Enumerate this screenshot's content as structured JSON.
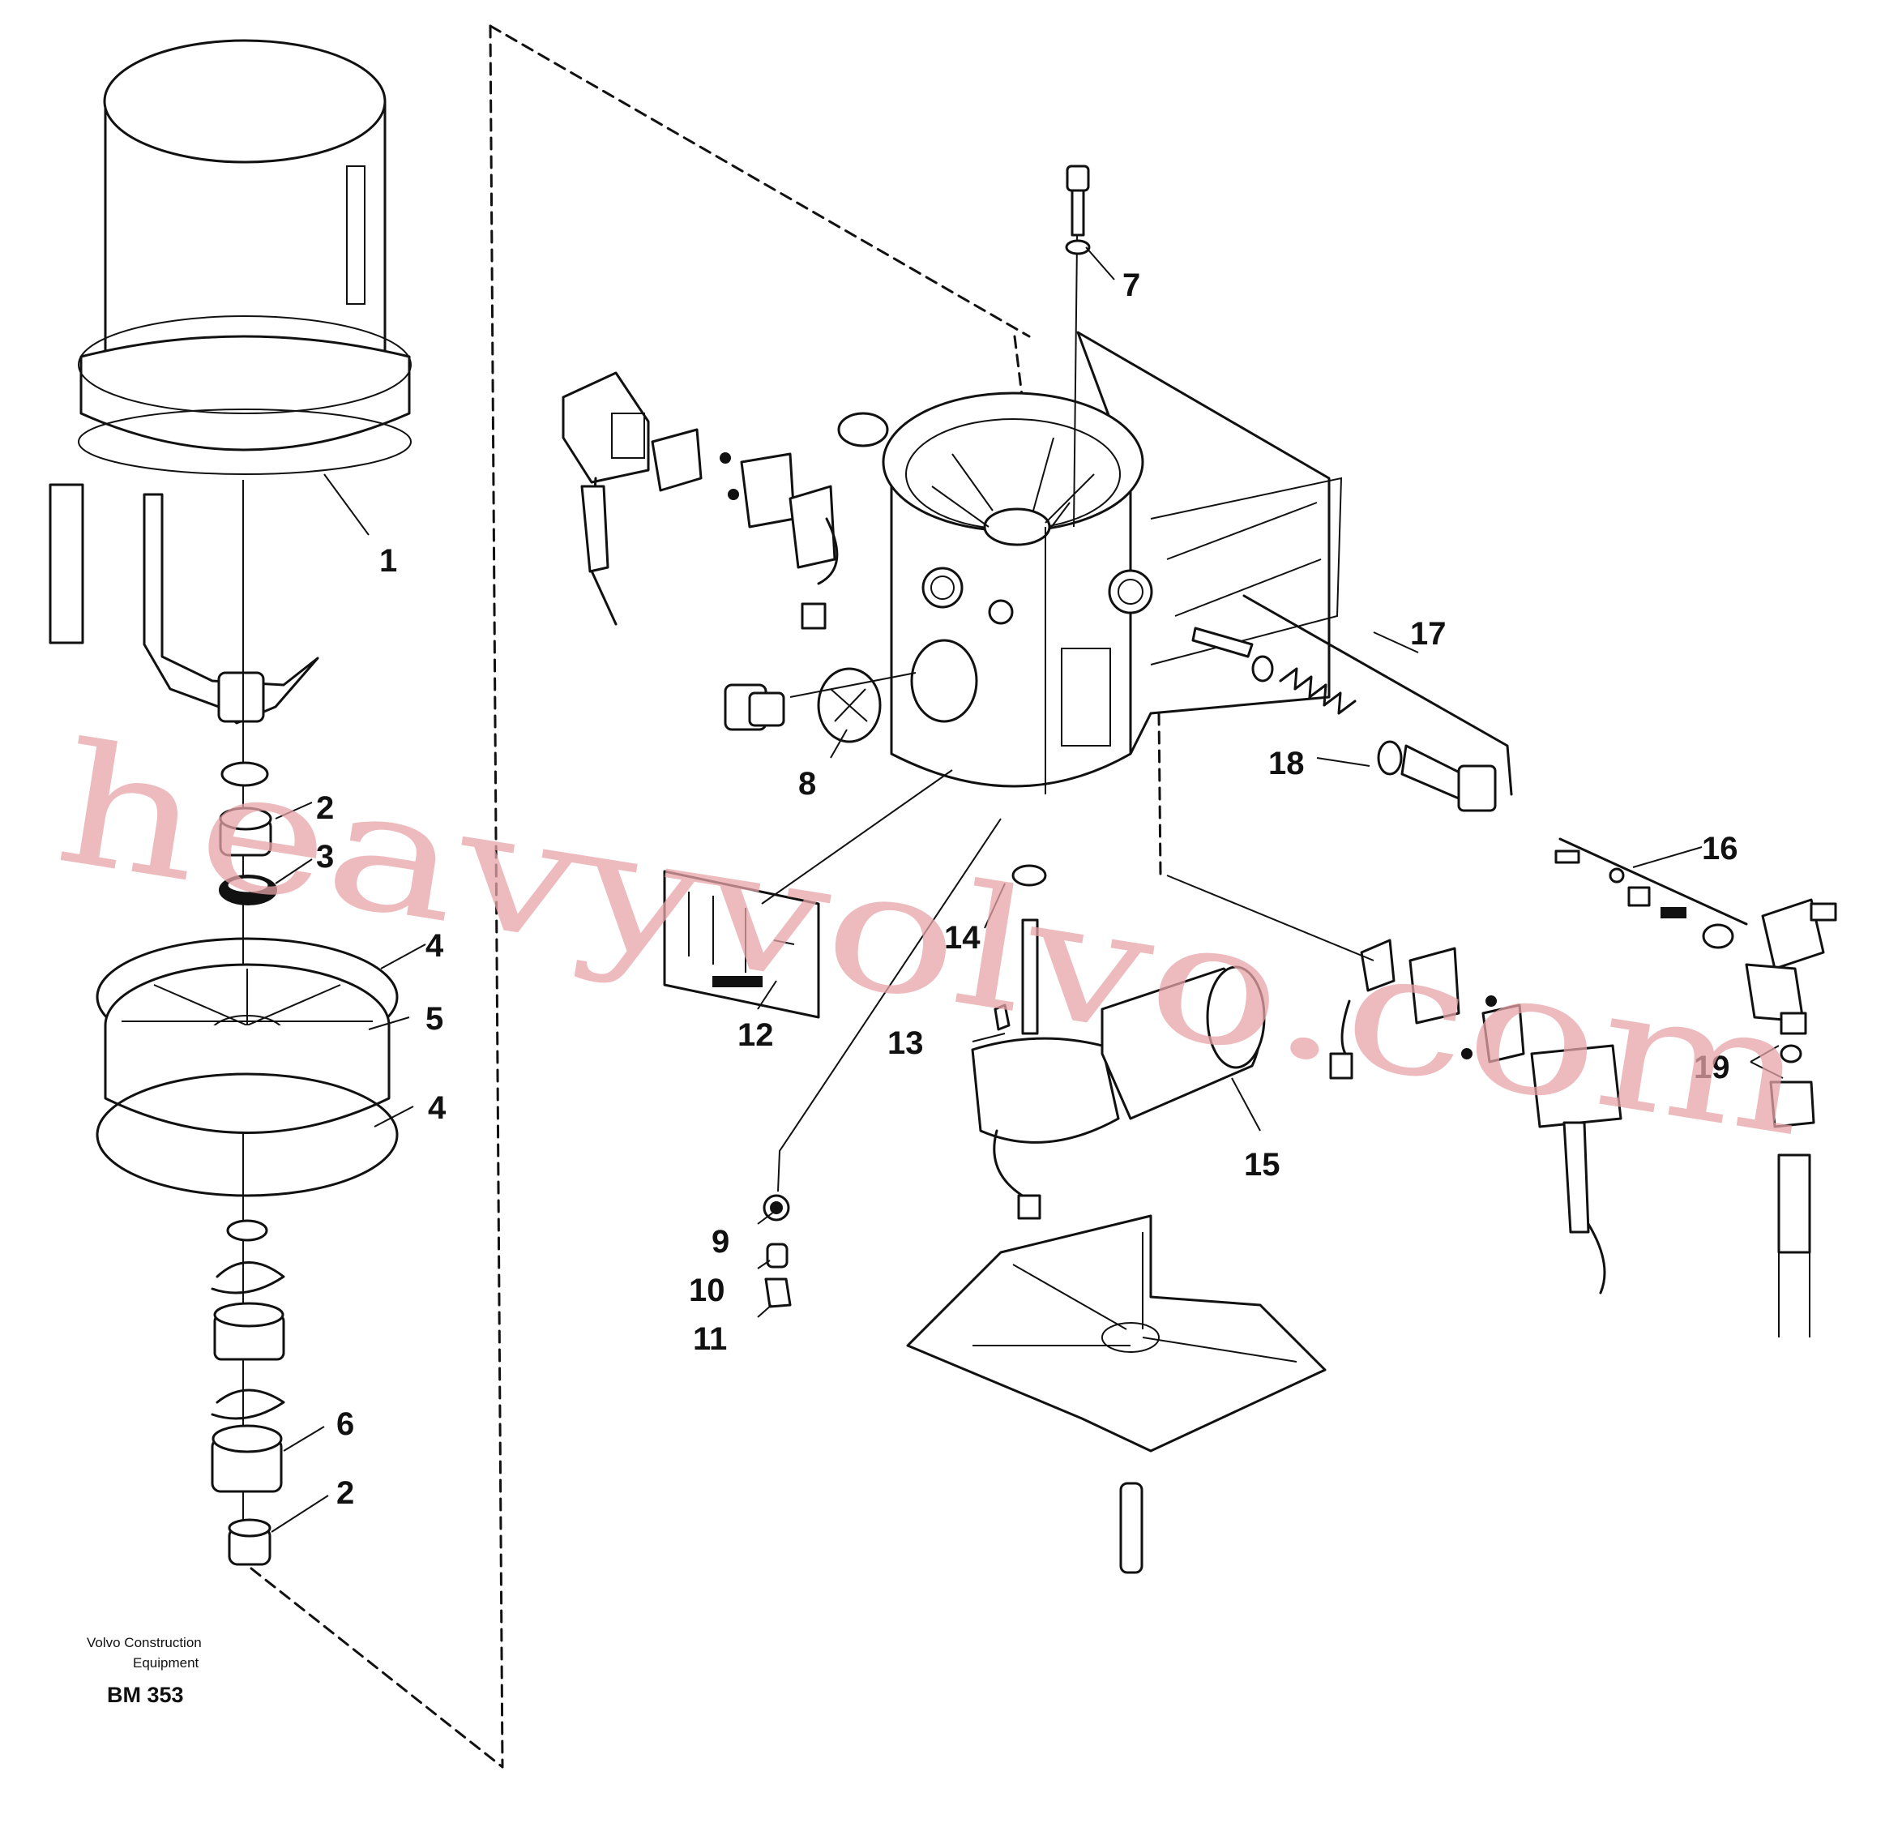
{
  "diagram": {
    "callouts": [
      "1",
      "2",
      "3",
      "4",
      "5",
      "4",
      "6",
      "2",
      "7",
      "8",
      "9",
      "10",
      "11",
      "12",
      "13",
      "14",
      "15",
      "16",
      "17",
      "18",
      "19"
    ],
    "footer": {
      "manufacturer_line1": "Volvo Construction",
      "manufacturer_line2": "Equipment",
      "code": "BM 353"
    },
    "watermark": "heavyvolvo.com"
  }
}
